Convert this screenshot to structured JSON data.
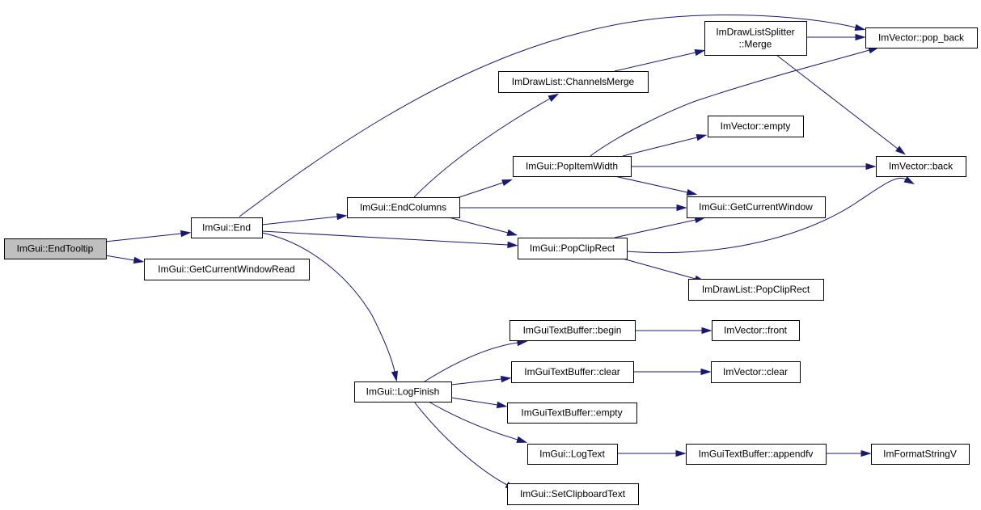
{
  "diagram": {
    "title": "",
    "nodes": [
      {
        "id": "endtooltip",
        "lines": [
          "ImGui::EndTooltip"
        ],
        "highlighted": true
      },
      {
        "id": "end",
        "lines": [
          "ImGui::End"
        ]
      },
      {
        "id": "getcurrentwindowread",
        "lines": [
          "ImGui::GetCurrentWindowRead"
        ]
      },
      {
        "id": "endcolumns",
        "lines": [
          "ImGui::EndColumns"
        ]
      },
      {
        "id": "logfinish",
        "lines": [
          "ImGui::LogFinish"
        ]
      },
      {
        "id": "channelsmerge",
        "lines": [
          "ImDrawList::ChannelsMerge"
        ]
      },
      {
        "id": "merge",
        "lines": [
          "ImDrawListSplitter",
          "::Merge"
        ]
      },
      {
        "id": "popitemwidth",
        "lines": [
          "ImGui::PopItemWidth"
        ]
      },
      {
        "id": "popcliprect_g",
        "lines": [
          "ImGui::PopClipRect"
        ]
      },
      {
        "id": "vec_empty",
        "lines": [
          "ImVector::empty"
        ]
      },
      {
        "id": "getcurrentwindow",
        "lines": [
          "ImGui::GetCurrentWindow"
        ]
      },
      {
        "id": "popcliprect_dl",
        "lines": [
          "ImDrawList::PopClipRect"
        ]
      },
      {
        "id": "pop_back",
        "lines": [
          "ImVector::pop_back"
        ]
      },
      {
        "id": "back",
        "lines": [
          "ImVector::back"
        ]
      },
      {
        "id": "tb_begin",
        "lines": [
          "ImGuiTextBuffer::begin"
        ]
      },
      {
        "id": "tb_clear",
        "lines": [
          "ImGuiTextBuffer::clear"
        ]
      },
      {
        "id": "tb_empty",
        "lines": [
          "ImGuiTextBuffer::empty"
        ]
      },
      {
        "id": "logtext",
        "lines": [
          "ImGui::LogText"
        ]
      },
      {
        "id": "setclipboard",
        "lines": [
          "ImGui::SetClipboardText"
        ]
      },
      {
        "id": "front",
        "lines": [
          "ImVector::front"
        ]
      },
      {
        "id": "vec_clear",
        "lines": [
          "ImVector::clear"
        ]
      },
      {
        "id": "appendfv",
        "lines": [
          "ImGuiTextBuffer::appendfv"
        ]
      },
      {
        "id": "formatstringv",
        "lines": [
          "ImFormatStringV"
        ]
      }
    ],
    "edges": [
      {
        "from": "endtooltip",
        "to": "end"
      },
      {
        "from": "endtooltip",
        "to": "getcurrentwindowread"
      },
      {
        "from": "end",
        "to": "pop_back"
      },
      {
        "from": "end",
        "to": "endcolumns"
      },
      {
        "from": "end",
        "to": "popcliprect_g"
      },
      {
        "from": "end",
        "to": "logfinish"
      },
      {
        "from": "endcolumns",
        "to": "channelsmerge"
      },
      {
        "from": "endcolumns",
        "to": "popitemwidth"
      },
      {
        "from": "endcolumns",
        "to": "getcurrentwindow"
      },
      {
        "from": "endcolumns",
        "to": "popcliprect_g"
      },
      {
        "from": "channelsmerge",
        "to": "merge"
      },
      {
        "from": "merge",
        "to": "pop_back"
      },
      {
        "from": "merge",
        "to": "back"
      },
      {
        "from": "popitemwidth",
        "to": "pop_back"
      },
      {
        "from": "popitemwidth",
        "to": "vec_empty"
      },
      {
        "from": "popitemwidth",
        "to": "back"
      },
      {
        "from": "popitemwidth",
        "to": "getcurrentwindow"
      },
      {
        "from": "popcliprect_g",
        "to": "getcurrentwindow"
      },
      {
        "from": "popcliprect_g",
        "to": "back"
      },
      {
        "from": "popcliprect_g",
        "to": "popcliprect_dl"
      },
      {
        "from": "logfinish",
        "to": "tb_begin"
      },
      {
        "from": "logfinish",
        "to": "tb_clear"
      },
      {
        "from": "logfinish",
        "to": "tb_empty"
      },
      {
        "from": "logfinish",
        "to": "logtext"
      },
      {
        "from": "logfinish",
        "to": "setclipboard"
      },
      {
        "from": "tb_begin",
        "to": "front"
      },
      {
        "from": "tb_clear",
        "to": "vec_clear"
      },
      {
        "from": "logtext",
        "to": "appendfv"
      },
      {
        "from": "appendfv",
        "to": "formatstringv"
      }
    ],
    "colors": {
      "edge": "#191970",
      "node_border": "#000000",
      "node_fill": "#ffffff",
      "root_fill": "#bfbfbf"
    }
  }
}
